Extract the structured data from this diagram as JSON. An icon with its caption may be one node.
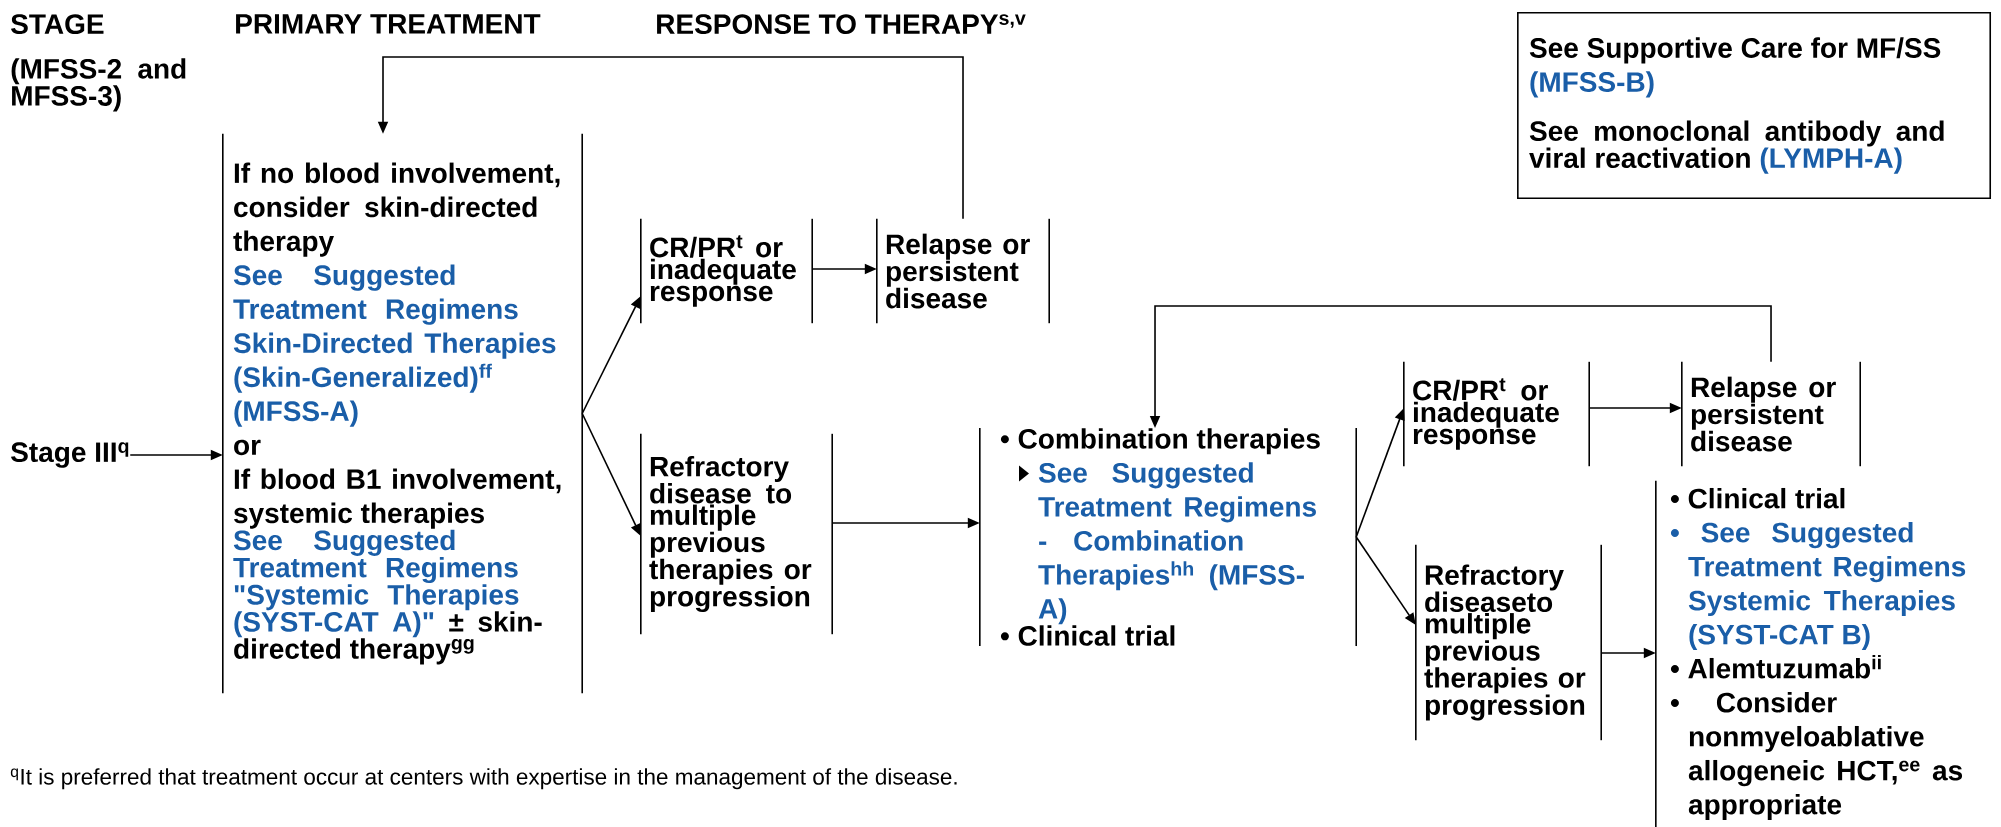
{
  "diagram": {
    "nodes": [
      {
        "text": [
          "See Supportive Care for MF/SS",
          "(MFSS-B)",
          "See monoclonal antibody and viral reactivation",
          "(LYMPH-A)"
        ]
      },
      {
        "text": [
          "Stage III$^{q}$"
        ]
      },
      {
        "text": [
          "If no blood involvement, consider skin-directed therapy",
          "See Suggested Treatment Regimens Skin-Directed Therapies (Skin-Generalized)$^{ff}$ (MFSS-A)",
          "or",
          "If blood B1 involvement, systemic therapies",
          "See Suggested Treatment Regimens \"Systemic Therapies (SYST-CAT A)\"",
          "± skin-directed therapy$^{gg}$"
        ]
      },
      {
        "text": [
          "CR/PR$^{t}$ or inadequate response"
        ]
      },
      {
        "text": [
          "Relapse or persistent disease"
        ]
      },
      {
        "text": [
          "Refractory disease to multiple previous therapies or progression"
        ]
      },
      {
        "text": [
          "• Combination therapies",
          "See Suggested Treatment Regimens - Combination Therapies$^{hh}$",
          "(MFSS-A)",
          "• Clinical trial"
        ]
      },
      {
        "text": [
          "CR/PR$^{t}$ or inadequate response"
        ]
      },
      {
        "text": [
          "Relapse or persistent disease"
        ]
      },
      {
        "text": [
          "Refractory diseaseto multiple previous therapies or progression"
        ]
      },
      {
        "text": [
          "• Clinical trial",
          "• See Suggested Treatment Regimens Systemic Therapies (SYST-CAT B)",
          "• Alemtuzumab$^{ii}$",
          "• Consider nonmyeloablative allogeneic HCT,$^{ee}$ as appropriate"
        ]
      }
    ],
    "edges": [
      {
        "from": 1,
        "to": 2,
        "arrow": "to"
      },
      {
        "from": 2,
        "to": 3,
        "arrow": "to"
      },
      {
        "from": 2,
        "to": 5,
        "arrow": "to"
      },
      {
        "from": 3,
        "to": 4,
        "arrow": "to"
      },
      {
        "from": 4,
        "to": 2,
        "arrow": "to"
      },
      {
        "from": 5,
        "to": 6,
        "arrow": "to"
      },
      {
        "from": 6,
        "to": 7,
        "arrow": "to"
      },
      {
        "from": 6,
        "to": 9,
        "arrow": "to"
      },
      {
        "from": 7,
        "to": 8,
        "arrow": "to"
      },
      {
        "from": 8,
        "to": 6,
        "arrow": "to"
      },
      {
        "from": 9,
        "to": 10,
        "arrow": "to"
      }
    ],
    "labels": [
      "STAGE",
      "PRIMARY TREATMENT",
      "RESPONSE TO THERAPY$^{s,v}$",
      "(MFSS-2 and MFSS-3)",
      "$^{q}$It is preferred that treatment occur at centers with expertise in the management of the disease."
    ]
  }
}
